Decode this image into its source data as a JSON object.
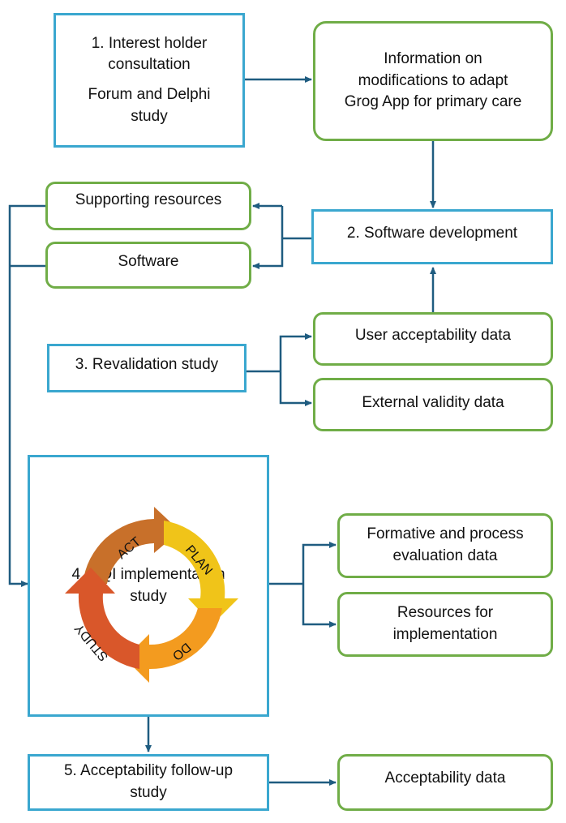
{
  "boxes": {
    "b1": {
      "line1": "1. Interest holder",
      "line2": "consultation",
      "line3": "Forum and Delphi",
      "line4": "study"
    },
    "info": {
      "line1": "Information on",
      "line2": "modifications to adapt",
      "line3": "Grog App for primary care"
    },
    "supporting": "Supporting resources",
    "software": "Software",
    "b2": "2. Software development",
    "b3": "3. Revalidation study",
    "user_accept": "User acceptability data",
    "external": "External validity data",
    "b4": {
      "line1": "4. CQI implementation",
      "line2": "study"
    },
    "formative": {
      "line1": "Formative and process",
      "line2": "evaluation data"
    },
    "resources": {
      "line1": "Resources for",
      "line2": "implementation"
    },
    "b5": {
      "line1": "5. Acceptability follow-up",
      "line2": "study"
    },
    "accept": "Acceptability data"
  },
  "cycle": {
    "act": "ACT",
    "plan": "PLAN",
    "do": "DO",
    "study": "STUDY"
  },
  "colors": {
    "blue_border": "#3aa7cf",
    "green_border": "#70ad47",
    "arrow": "#1f5c80",
    "cycle_act": "#c8702a",
    "cycle_plan": "#f0c419",
    "cycle_do": "#f39b1f",
    "cycle_study": "#d9572a"
  }
}
